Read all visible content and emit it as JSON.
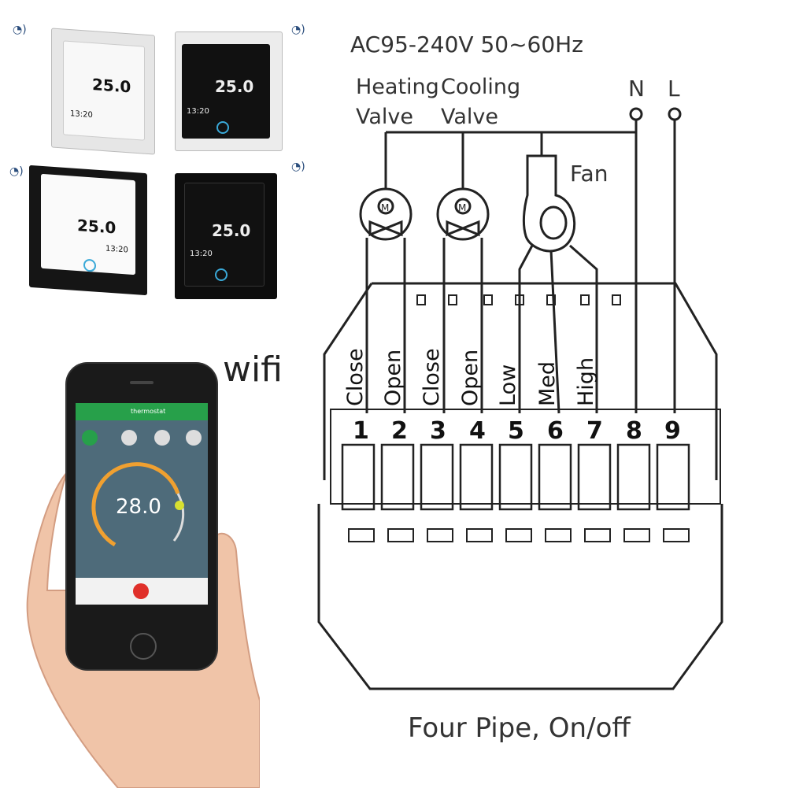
{
  "supply": "AC95-240V  50~60Hz",
  "heating_valve": {
    "line1": "Heating",
    "line2": "Valve"
  },
  "cooling_valve": {
    "line1": "Cooling",
    "line2": "Valve"
  },
  "neutral": "N",
  "live": "L",
  "fan": "Fan",
  "motor_label": "M",
  "terminal_labels": [
    "Close",
    "Open",
    "Close",
    "Open",
    "Low",
    "Med",
    "High"
  ],
  "terminal_numbers": [
    "1",
    "2",
    "3",
    "4",
    "5",
    "6",
    "7",
    "8",
    "9"
  ],
  "caption": "Four Pipe, On/off",
  "wifi_label": "wifi",
  "thermostat_display": {
    "temperature": "25.0",
    "time": "13:20"
  },
  "phone_app": {
    "title": "thermostat",
    "temperature": "28.0"
  },
  "colors": {
    "line": "#222222",
    "text": "#333333",
    "app_green": "#27a04a",
    "dial_orange": "#f0a030",
    "dial_knob": "#d8e030"
  }
}
